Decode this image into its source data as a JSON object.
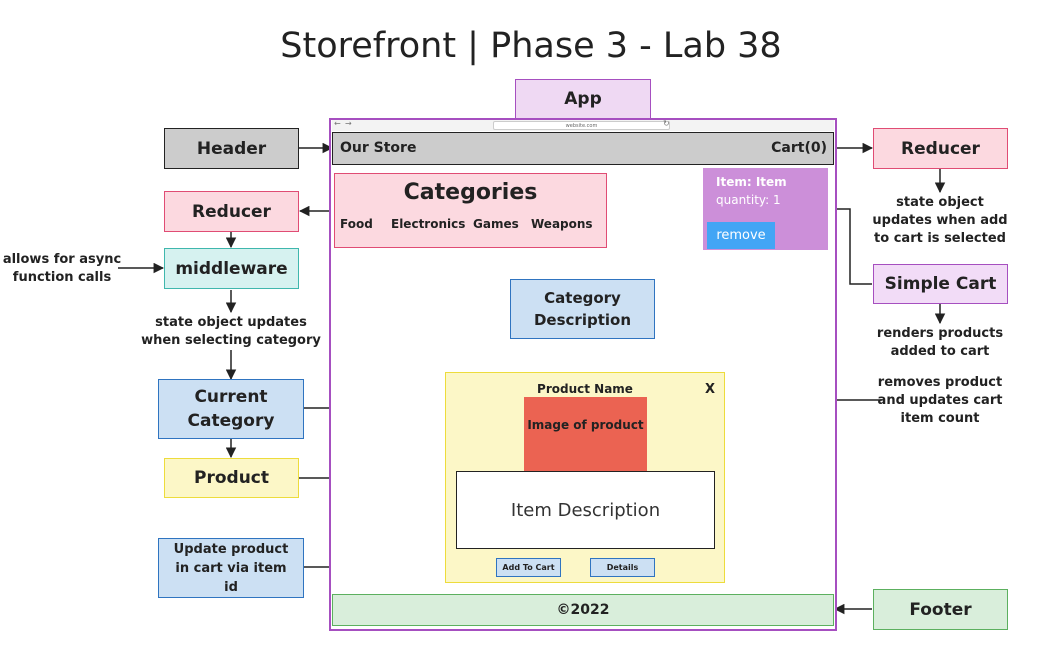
{
  "title": "Storefront | Phase 3 - Lab 38",
  "app_label": "App",
  "browser": {
    "back": "←",
    "forward": "→",
    "url": "website.com",
    "reload": "↻"
  },
  "header_bar": {
    "store_name": "Our Store",
    "cart": "Cart(0)"
  },
  "categories_panel": {
    "title": "Categories",
    "items": [
      "Food",
      "Electronics",
      "Games",
      "Weapons"
    ]
  },
  "cart_panel": {
    "item": "Item: Item",
    "quantity": "quantity: 1",
    "remove_label": "remove"
  },
  "category_description": "Category Description",
  "product_card": {
    "name": "Product Name",
    "close": "X",
    "image_label": "Image of product",
    "description": "Item Description",
    "add_to_cart": "Add To Cart",
    "details": "Details"
  },
  "footer_text": "©2022",
  "left_labels": {
    "header": "Header",
    "reducer": "Reducer",
    "middleware": "middleware",
    "current_category": "Current Category",
    "product": "Product",
    "update_product": "Update product in cart via item id"
  },
  "right_labels": {
    "reducer": "Reducer",
    "simple_cart": "Simple Cart",
    "footer": "Footer"
  },
  "notes": {
    "async": "allows for async function calls",
    "selecting_category": "state object updates when selecting category",
    "add_to_cart": "state object updates when add to cart is selected",
    "renders_products": "renders products added to cart",
    "removes_product": "removes product and updates cart item count"
  },
  "colors": {
    "app_purple": "#a64fc0",
    "app_fill": "#efd9f3",
    "header_gray": "#cccccc",
    "reducer_pink": "#fcd9e0",
    "reducer_border": "#e04c74",
    "middleware_teal": "#d6f2f0",
    "middleware_border": "#3fb7ad",
    "category_blue": "#cce0f3",
    "category_border": "#2f74c0",
    "product_yellow": "#fcf7c7",
    "product_border": "#eddc3c",
    "cart_purple": "#cc8fd9",
    "remove_blue": "#42a5f5",
    "image_red": "#eb6352",
    "footer_green": "#d9eedb",
    "footer_border": "#5cb05f",
    "simple_cart_fill": "#f2dcf7"
  }
}
